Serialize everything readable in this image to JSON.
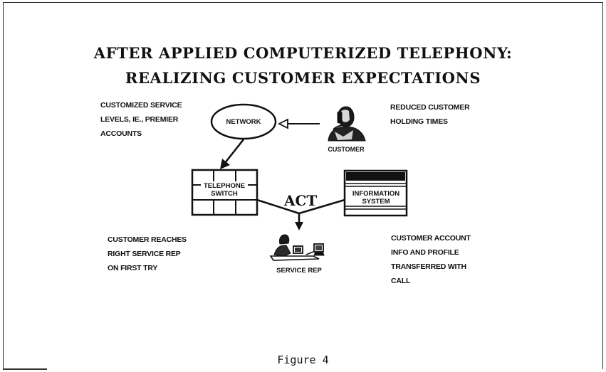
{
  "title": {
    "line1": "AFTER APPLIED COMPUTERIZED TELEPHONY:",
    "line2": "REALIZING CUSTOMER EXPECTATIONS"
  },
  "notes": {
    "top_left": [
      "CUSTOMIZED SERVICE",
      "LEVELS, IE., PREMIER",
      "ACCOUNTS"
    ],
    "top_right": [
      "REDUCED CUSTOMER",
      "HOLDING TIMES"
    ],
    "bottom_left": [
      "CUSTOMER REACHES",
      "RIGHT SERVICE REP",
      "ON FIRST TRY"
    ],
    "bottom_right": [
      "CUSTOMER ACCOUNT",
      "INFO AND PROFILE",
      "TRANSFERRED WITH",
      "CALL"
    ]
  },
  "nodes": {
    "network": "NETWORK",
    "customer": "CUSTOMER",
    "telephone_switch": [
      "TELEPHONE",
      "SWITCH"
    ],
    "information_system": [
      "INFORMATION",
      "SYSTEM"
    ],
    "service_rep": "SERVICE REP"
  },
  "act_label": "ACT",
  "caption": "Figure 4"
}
